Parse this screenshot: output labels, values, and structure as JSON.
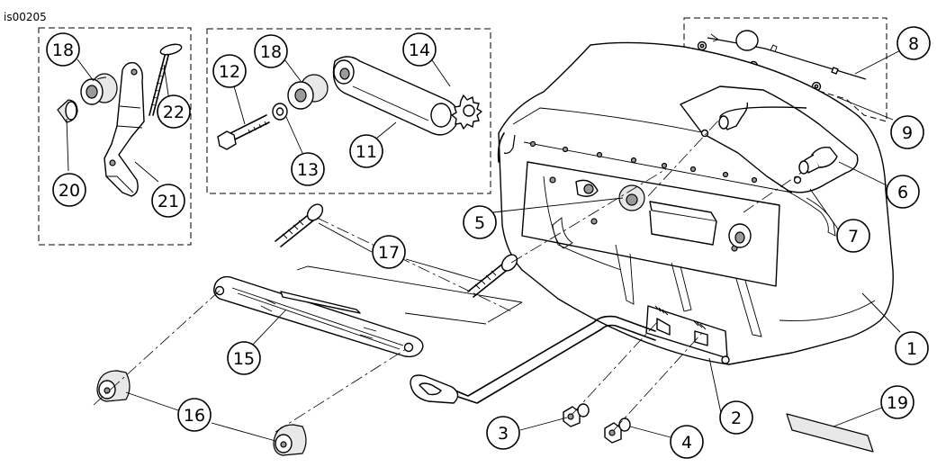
{
  "figure": {
    "id": "is00205"
  },
  "callouts": {
    "c1": "1",
    "c2": "2",
    "c3": "3",
    "c4": "4",
    "c5": "5",
    "c6": "6",
    "c7": "7",
    "c8": "8",
    "c9": "9",
    "c11": "11",
    "c12": "12",
    "c13": "13",
    "c14": "14",
    "c15": "15",
    "c16": "16",
    "c17": "17",
    "c18a": "18",
    "c18b": "18",
    "c19": "19",
    "c20": "20",
    "c21": "21",
    "c22": "22"
  }
}
